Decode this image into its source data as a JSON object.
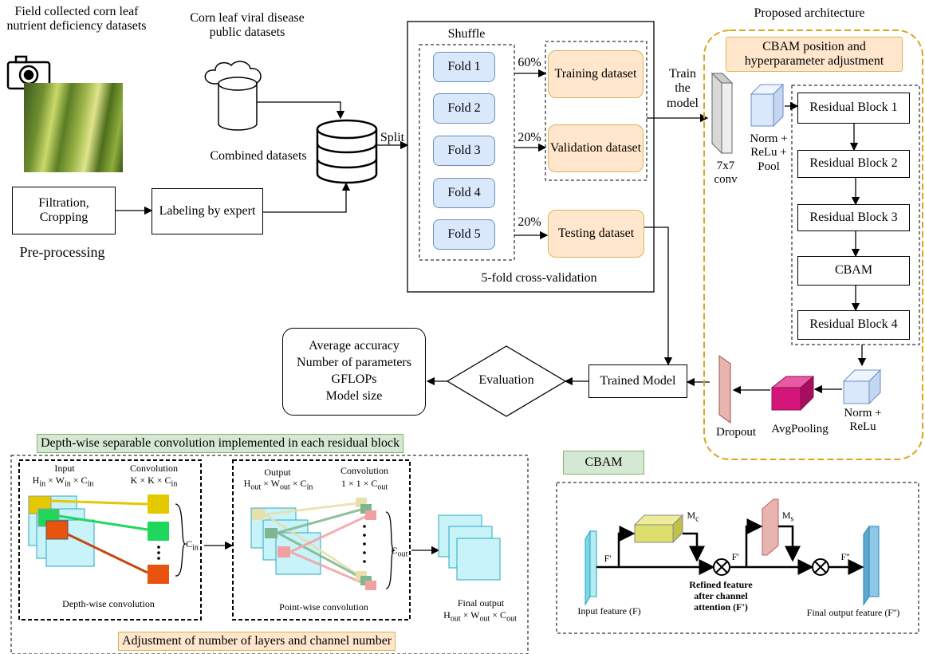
{
  "dataset": {
    "field_title": "Field collected corn leaf nutrient deficiency datasets",
    "public_title": "Corn leaf viral disease public datasets",
    "combined": "Combined datasets",
    "split": "Split",
    "filtration": "Filtration, Cropping",
    "labeling": "Labeling by expert",
    "preprocessing": "Pre-processing"
  },
  "cv": {
    "shuffle": "Shuffle",
    "folds": [
      "Fold 1",
      "Fold 2",
      "Fold 3",
      "Fold 4",
      "Fold 5"
    ],
    "pct_train": "60%",
    "pct_val": "20%",
    "pct_test": "20%",
    "training": "Training dataset",
    "validation": "Validation dataset",
    "testing": "Testing dataset",
    "caption": "5-fold cross-validation"
  },
  "arch": {
    "title": "Proposed architecture",
    "cbam_adjust": "CBAM position and hyperparameter adjustment",
    "train_label": "Train the model",
    "conv": "7x7 conv",
    "norm_pool": "Norm + ReLu + Pool",
    "blocks": [
      "Residual Block 1",
      "Residual Block 2",
      "Residual Block 3",
      "CBAM",
      "Residual Block 4"
    ],
    "norm_relu": "Norm + ReLu",
    "avgpool": "AvgPooling",
    "dropout": "Dropout"
  },
  "evaluation": {
    "trained": "Trained Model",
    "evaluation": "Evaluation",
    "metrics": [
      "Average accuracy",
      "Number of parameters",
      "GFLOPs",
      "Model size"
    ]
  },
  "dsc": {
    "title": "Depth-wise separable convolution implemented in each residual block",
    "input": "Input",
    "convolution": "Convolution",
    "output": "Output",
    "depthwise": "Depth-wise convolution",
    "pointwise": "Point-wise convolution",
    "final_output": "Final output",
    "adjustment": "Adjustment of number of layers and channel number"
  },
  "cbam": {
    "title": "CBAM",
    "f_prime": "F'",
    "f_double": "F''",
    "input_feature": "Input feature (F)",
    "refined": "Refined feature after channel attention (F')",
    "final": "Final output feature (F'')"
  },
  "colors": {
    "fold_fill": "#dae8fc",
    "orange_fill": "#ffe6cc",
    "green_label": "#d5e8d4",
    "arch_border": "#d6a81f",
    "cbam_cube": "#dede6e",
    "cyan": "#b8ecf4",
    "magenta": "#d6157a"
  }
}
